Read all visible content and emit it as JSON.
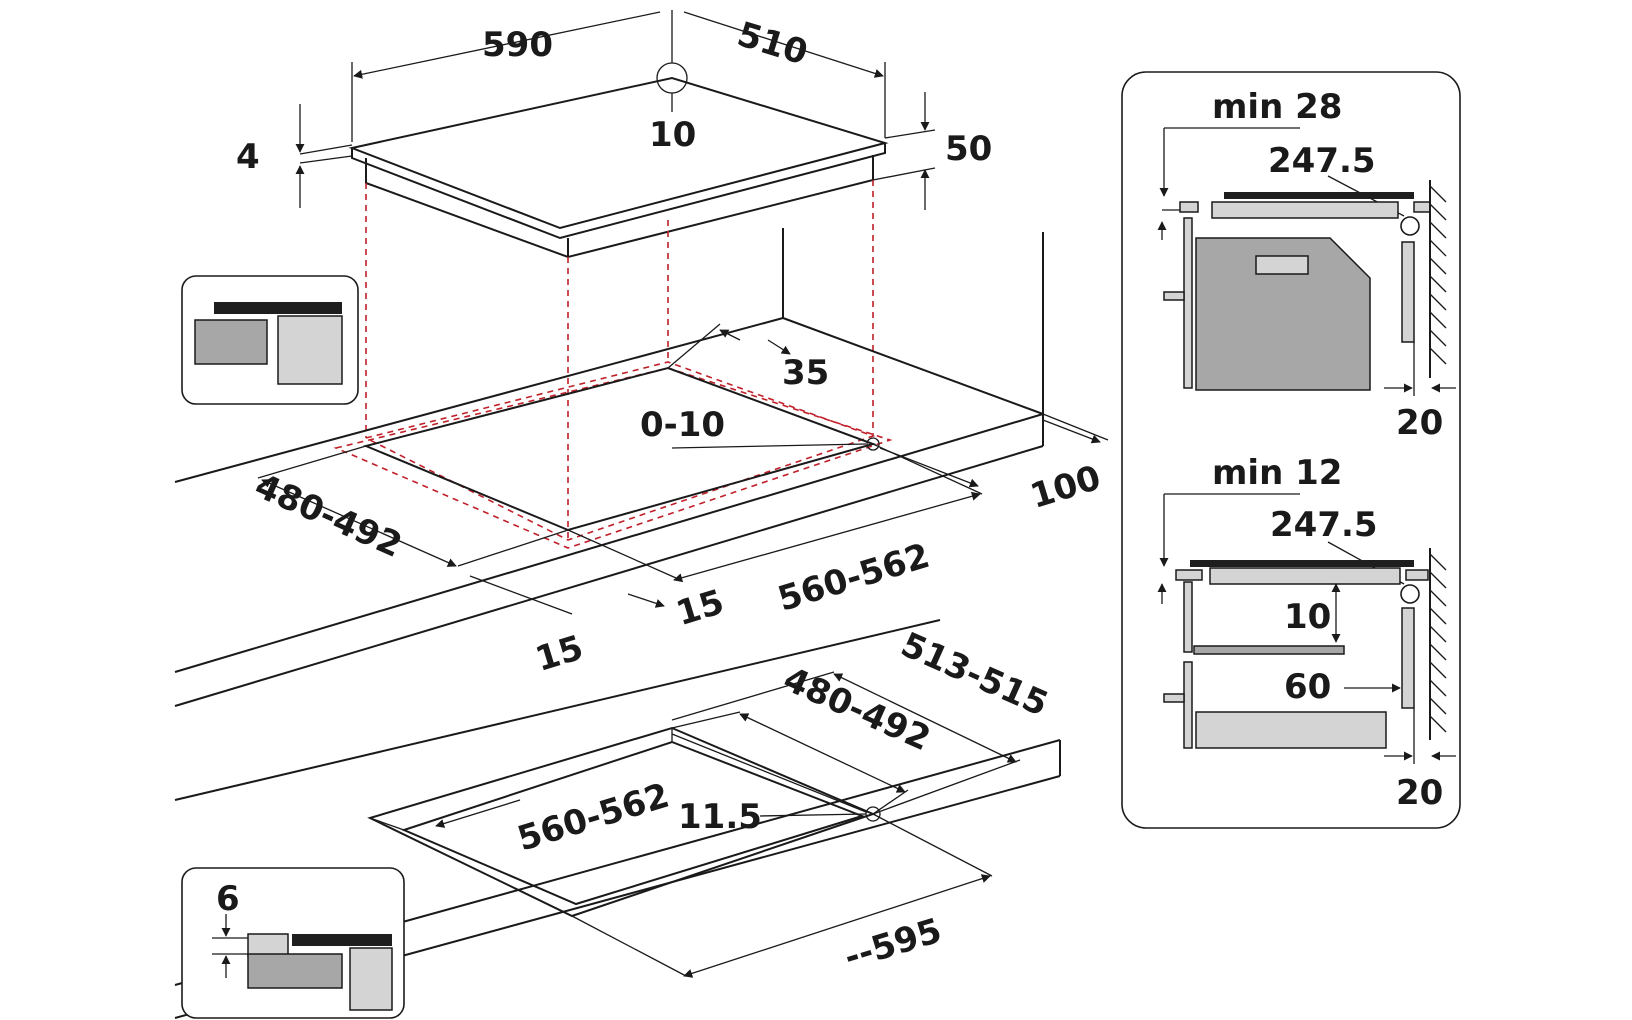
{
  "hob": {
    "width": "590",
    "depth": "510",
    "corner_radius": "10",
    "glass_thickness": "4",
    "height": "50"
  },
  "cutout_top": {
    "front_clearance": "35",
    "corner_radius": "0-10",
    "rear_clearance": "100",
    "depth": "480-492",
    "width": "560-562",
    "margin_right": "15",
    "margin_left": "15"
  },
  "cutout_flush": {
    "outer_depth": "513-515",
    "depth": "480-492",
    "width": "560-562",
    "corner_radius": "11.5",
    "outer_width": "--595"
  },
  "inset_flush_depth": "6",
  "side_top": {
    "min": "min 28",
    "radius": "247.5",
    "wall_gap": "20"
  },
  "side_bottom": {
    "min": "min 12",
    "radius": "247.5",
    "gap_vertical": "10",
    "gap_horizontal": "60",
    "wall_gap": "20"
  },
  "colors": {
    "dashed_guides": "#c0202a",
    "panel_dark": "#a7a7a7",
    "panel_light": "#d4d4d4",
    "line": "#1a1a1a"
  },
  "icons": [
    "arrow-icon",
    "circle-marker-icon"
  ]
}
